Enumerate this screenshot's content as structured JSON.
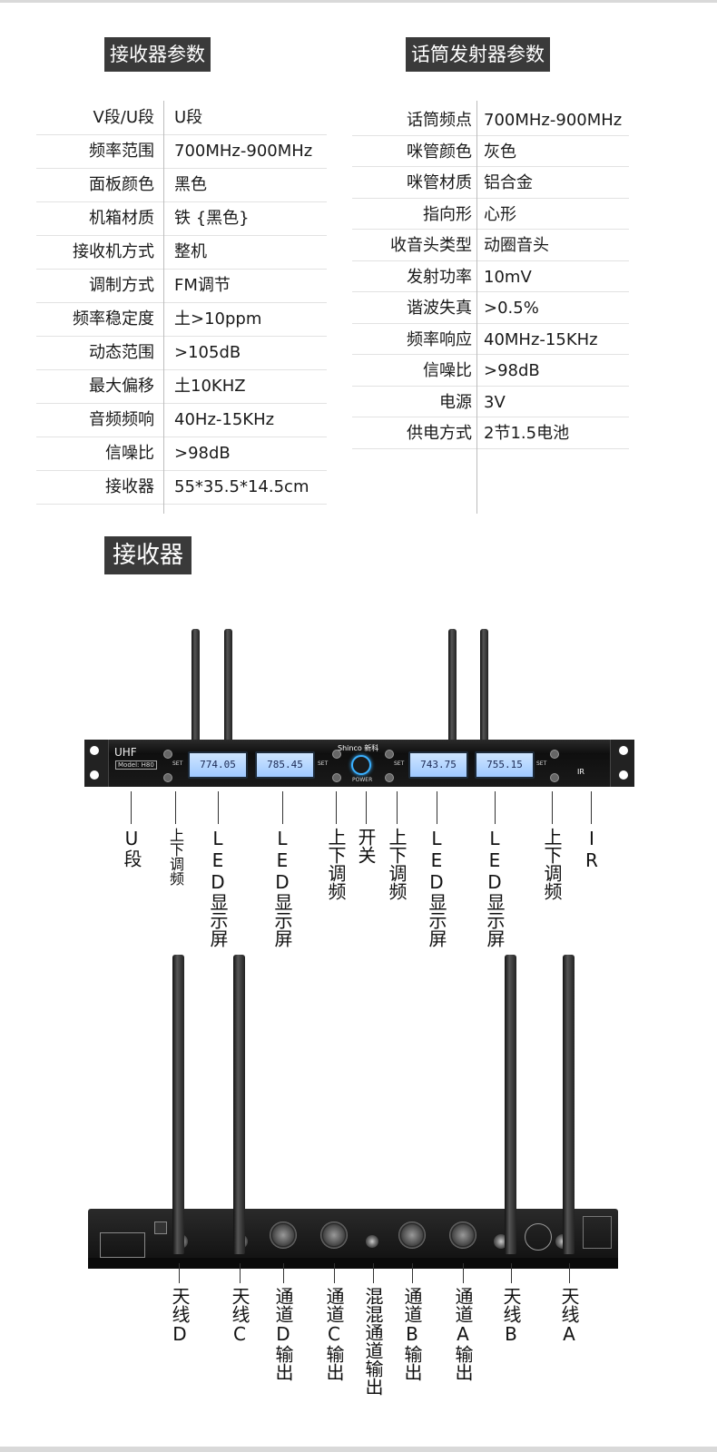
{
  "headings": {
    "receiver_params": "接收器参数",
    "mic_params": "话筒发射器参数",
    "receiver": "接收器"
  },
  "receiver_specs": [
    {
      "label": "V段/U段",
      "value": "U段"
    },
    {
      "label": "频率范围",
      "value": "700MHz-900MHz"
    },
    {
      "label": "面板颜色",
      "value": " 黑色"
    },
    {
      "label": "机箱材质",
      "value": "铁 {黑色}"
    },
    {
      "label": "接收机方式",
      "value": "整机"
    },
    {
      "label": "调制方式",
      "value": "FM调节"
    },
    {
      "label": "频率稳定度",
      "value": "土>10ppm"
    },
    {
      "label": "动态范围",
      "value": ">105dB"
    },
    {
      "label": "最大偏移",
      "value": "土10KHZ"
    },
    {
      "label": "音频频响",
      "value": "40Hz-15KHz"
    },
    {
      "label": "信噪比",
      "value": ">98dB"
    },
    {
      "label": "接收器",
      "value": "55*35.5*14.5cm"
    }
  ],
  "mic_specs": [
    {
      "label": "话筒频点",
      "value": "700MHz-900MHz"
    },
    {
      "label": "咪管颜色",
      "value": "灰色"
    },
    {
      "label": "咪管材质",
      "value": "铝合金"
    },
    {
      "label": "指向形",
      "value": "心形"
    },
    {
      "label": "收音头类型",
      "value": "动圈音头"
    },
    {
      "label": "发射功率",
      "value": "10mV"
    },
    {
      "label": "谐波失真",
      "value": ">0.5%"
    },
    {
      "label": "频率响应",
      "value": "40MHz-15KHz"
    },
    {
      "label": "信噪比",
      "value": ">98dB"
    },
    {
      "label": "电源",
      "value": "3V"
    },
    {
      "label": "供电方式",
      "value": "2节1.5电池"
    }
  ],
  "front_panel": {
    "uhf": "UHF",
    "model": "Model: H80",
    "brand": "Shinco 新科",
    "power": "POWER",
    "ir": "IR",
    "set": "SET",
    "lcd": [
      "774.05",
      "785.45",
      "743.75",
      "755.15"
    ],
    "callouts": [
      "U段",
      "上下调频",
      "LED显示屏",
      "LED显示屏",
      "上下调频",
      "开关",
      "上下调频",
      "LED显示屏",
      "LED显示屏",
      "上下调频",
      "IR"
    ]
  },
  "rear_panel": {
    "callouts": [
      "天线D",
      "天线C",
      "通道D输出",
      "通道C输出",
      "混混通道输出",
      "通道B输出",
      "通道A输出",
      "天线B",
      "天线A"
    ]
  }
}
